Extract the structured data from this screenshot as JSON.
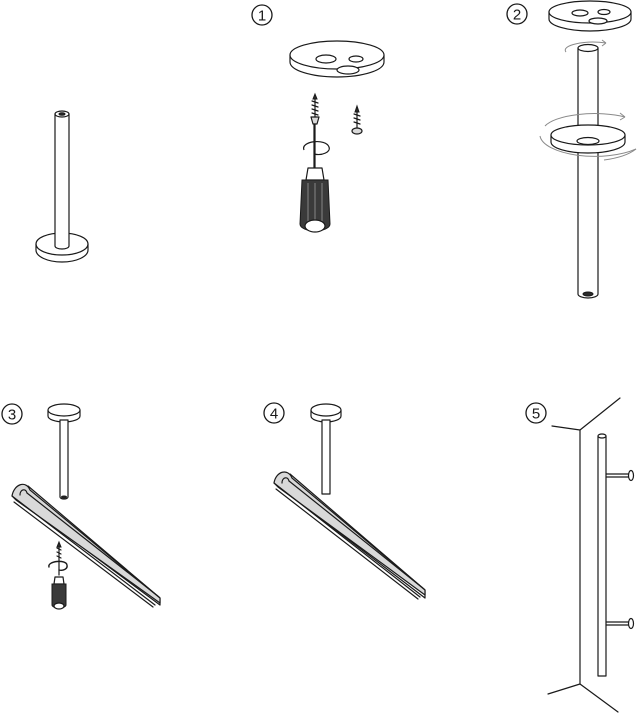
{
  "steps": [
    {
      "number": "1"
    },
    {
      "number": "2"
    },
    {
      "number": "3"
    },
    {
      "number": "4"
    },
    {
      "number": "5"
    }
  ],
  "colors": {
    "ink": "#1a1a1a",
    "shade": "#d9d9d9",
    "rotation_arrow": "#8a8a8a"
  },
  "icons": [
    "screwdriver-icon",
    "screw-icon",
    "rotation-arrow-icon"
  ]
}
